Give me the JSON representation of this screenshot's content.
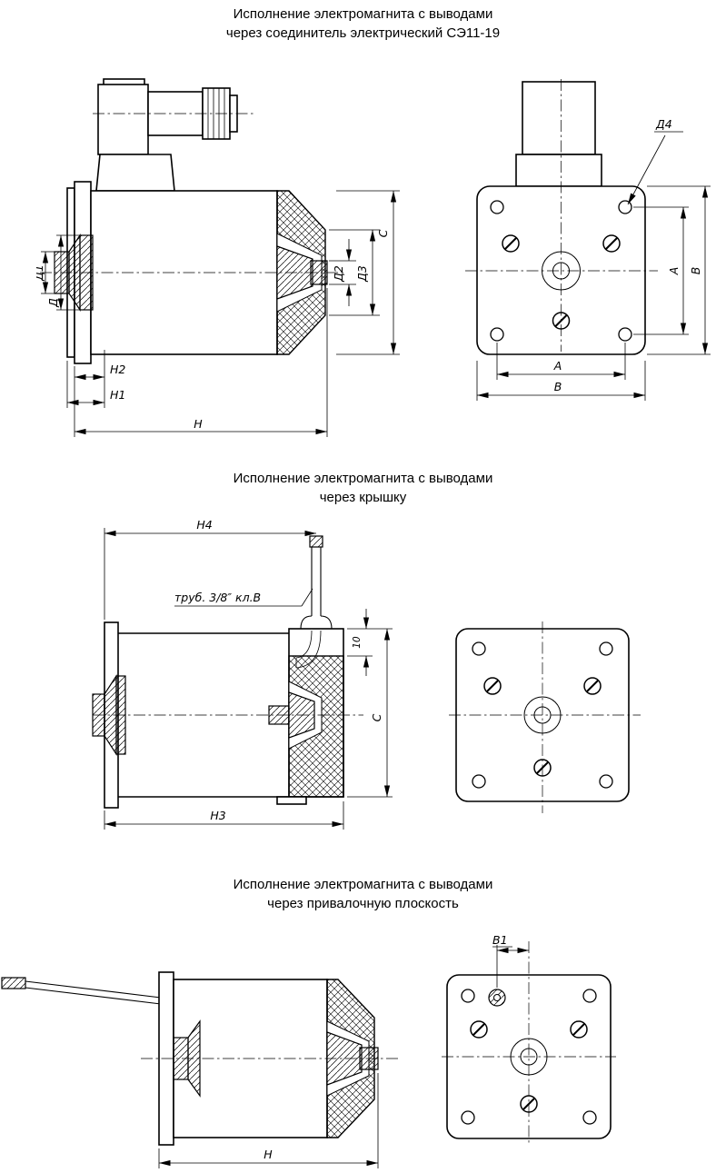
{
  "page": {
    "background": "#ffffff",
    "line_color": "#000000"
  },
  "sections": [
    {
      "id": "connector-variant",
      "title_line1": "Исполнение электромагнита с выводами",
      "title_line2": "через соединитель электрический СЭ11-19",
      "side_view": {
        "dims": {
          "d1": "Д1",
          "d": "Д",
          "d2": "Д2",
          "d3": "Д3",
          "c": "С",
          "h2": "Н2",
          "h1": "Н1",
          "h": "Н"
        }
      },
      "front_view": {
        "dims": {
          "d4": "Д4",
          "a_right": "А",
          "b_right": "В",
          "a_bottom": "А",
          "b_bottom": "В"
        }
      }
    },
    {
      "id": "cover-variant",
      "title_line1": "Исполнение электромагнита с выводами",
      "title_line2": "через крышку",
      "side_view": {
        "dims": {
          "h4": "Н4",
          "pipe_note": "труб. 3/8″ кл.В",
          "cover": "10",
          "c": "С",
          "h3": "Н3"
        }
      },
      "front_view": {
        "dims": {}
      }
    },
    {
      "id": "mounting-plane-variant",
      "title_line1": "Исполнение электромагнита с выводами",
      "title_line2": "через привалочную плоскость",
      "side_view": {
        "dims": {
          "h": "Н"
        }
      },
      "front_view": {
        "dims": {
          "b1": "В1"
        }
      }
    }
  ]
}
